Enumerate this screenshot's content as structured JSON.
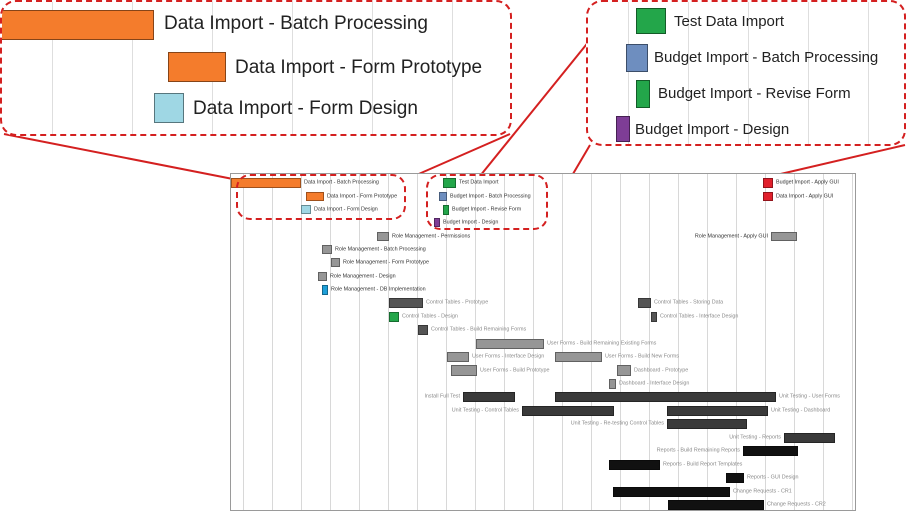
{
  "colors": {
    "orange": "#f47c2c",
    "light_blue": "#9fd7e4",
    "green": "#23a64a",
    "slate_blue": "#6e8ebf",
    "purple": "#7e3d96",
    "red": "#e0202c",
    "gray": "#969696",
    "cyan": "#1e9fd8",
    "dark_gray": "#555555",
    "dark": "#3a3a3a",
    "black": "#111111",
    "highlight": "#d42020"
  },
  "zoom_left": {
    "items": [
      {
        "label": "Data Import - Batch Processing",
        "color": "orange"
      },
      {
        "label": "Data Import - Form Prototype",
        "color": "orange"
      },
      {
        "label": "Data Import - Form Design",
        "color": "light_blue"
      }
    ]
  },
  "zoom_right": {
    "items": [
      {
        "label": "Test Data Import",
        "color": "green"
      },
      {
        "label": "Budget Import  - Batch Processing",
        "color": "slate_blue"
      },
      {
        "label": "Budget Import - Revise Form",
        "color": "green"
      },
      {
        "label": "Budget Import - Design",
        "color": "purple"
      }
    ]
  },
  "gantt": {
    "tasks": [
      {
        "label": "Data Import - Batch Processing",
        "color": "orange"
      },
      {
        "label": "Data Import - Form Prototype",
        "color": "orange"
      },
      {
        "label": "Data Import - Form Design",
        "color": "light_blue"
      },
      {
        "label": "Test Data Import",
        "color": "green"
      },
      {
        "label": "Budget Import  - Batch Processing",
        "color": "slate_blue"
      },
      {
        "label": "Budget Import - Revise Form",
        "color": "green"
      },
      {
        "label": "Budget Import - Design",
        "color": "purple"
      },
      {
        "label": "Budget Import - Apply GUI",
        "color": "red"
      },
      {
        "label": "Data Import - Apply GUI",
        "color": "red"
      },
      {
        "label": "Role Management - Permissions",
        "color": "gray"
      },
      {
        "label": "Role Management - Apply GUI",
        "color": "gray"
      },
      {
        "label": "Role Management - Batch Processing",
        "color": "gray"
      },
      {
        "label": "Role Management - Form Prototype",
        "color": "gray"
      },
      {
        "label": "Role Management - Design",
        "color": "gray"
      },
      {
        "label": "Role Management - DB Implementation",
        "color": "cyan"
      },
      {
        "label": "Control Tables - Prototype",
        "color": "dark_gray"
      },
      {
        "label": "Control Tables - Storing Data",
        "color": "dark_gray"
      },
      {
        "label": "Control Tables - Design",
        "color": "green"
      },
      {
        "label": "Control Tables - Interface Design",
        "color": "dark_gray"
      },
      {
        "label": "Control Tables - Build Remaining Forms",
        "color": "dark_gray"
      },
      {
        "label": "User Forms - Build Remaining Existing Forms",
        "color": "gray"
      },
      {
        "label": "User Forms - Interface Design",
        "color": "gray"
      },
      {
        "label": "User Forms - Build New Forms",
        "color": "gray"
      },
      {
        "label": "User Forms - Build Prototype",
        "color": "gray"
      },
      {
        "label": "Dashboard - Prototype",
        "color": "gray"
      },
      {
        "label": "Dashboard - Interface Design",
        "color": "gray"
      },
      {
        "label": "Install Full Test",
        "color": "dark"
      },
      {
        "label": "Unit Testing - User Forms",
        "color": "dark"
      },
      {
        "label": "Unit Testing - Control Tables",
        "color": "dark"
      },
      {
        "label": "Unit Testing - Dashboard",
        "color": "dark"
      },
      {
        "label": "Unit Testing - Re-testing Control Tables",
        "color": "dark"
      },
      {
        "label": "Unit Testing - Reports",
        "color": "dark"
      },
      {
        "label": "Reports - Build Remaining Reports",
        "color": "black"
      },
      {
        "label": "Reports - Build Report Templates",
        "color": "black"
      },
      {
        "label": "Reports - GUI Design",
        "color": "black"
      },
      {
        "label": "Change Requests - CR1",
        "color": "black"
      },
      {
        "label": "Change Requests - CR2",
        "color": "black"
      }
    ]
  }
}
